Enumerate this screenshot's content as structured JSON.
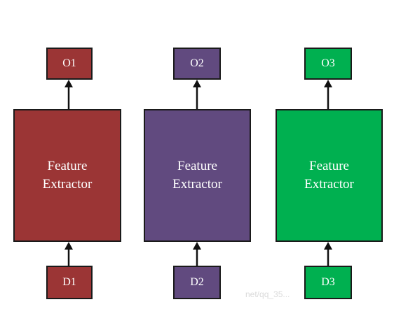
{
  "colors": {
    "col1": "#9b3535",
    "col2": "#614a7f",
    "col3": "#00b050"
  },
  "columns": [
    {
      "output": "O1",
      "extractor_line1": "Feature",
      "extractor_line2": "Extractor",
      "input": "D1"
    },
    {
      "output": "O2",
      "extractor_line1": "Feature",
      "extractor_line2": "Extractor",
      "input": "D2"
    },
    {
      "output": "O3",
      "extractor_line1": "Feature",
      "extractor_line2": "Extractor",
      "input": "D3"
    }
  ],
  "watermark": "net/qq_35..."
}
